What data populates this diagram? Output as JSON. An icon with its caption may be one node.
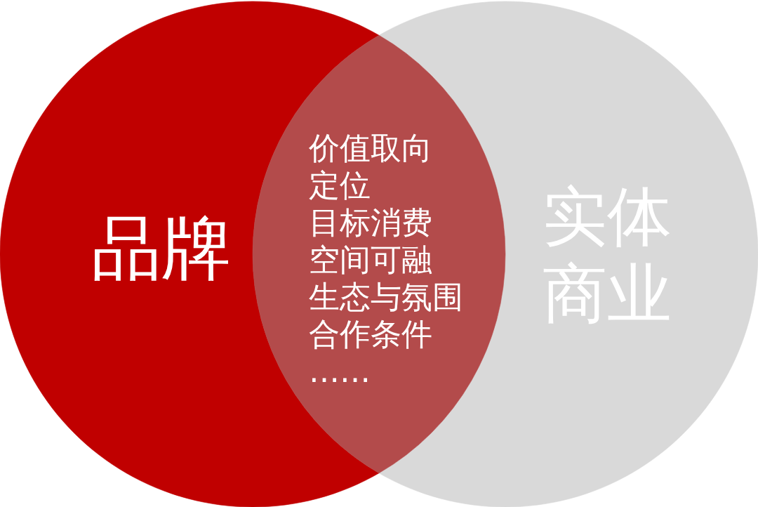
{
  "diagram": {
    "nodes": [
      {
        "text": [
          "品牌"
        ]
      },
      {
        "text": [
          "实体商业"
        ]
      },
      {
        "text": [
          "价值取向",
          "定位",
          "目标消费",
          "空间可融",
          "生态与氛围",
          "合作条件",
          "……"
        ]
      }
    ]
  }
}
